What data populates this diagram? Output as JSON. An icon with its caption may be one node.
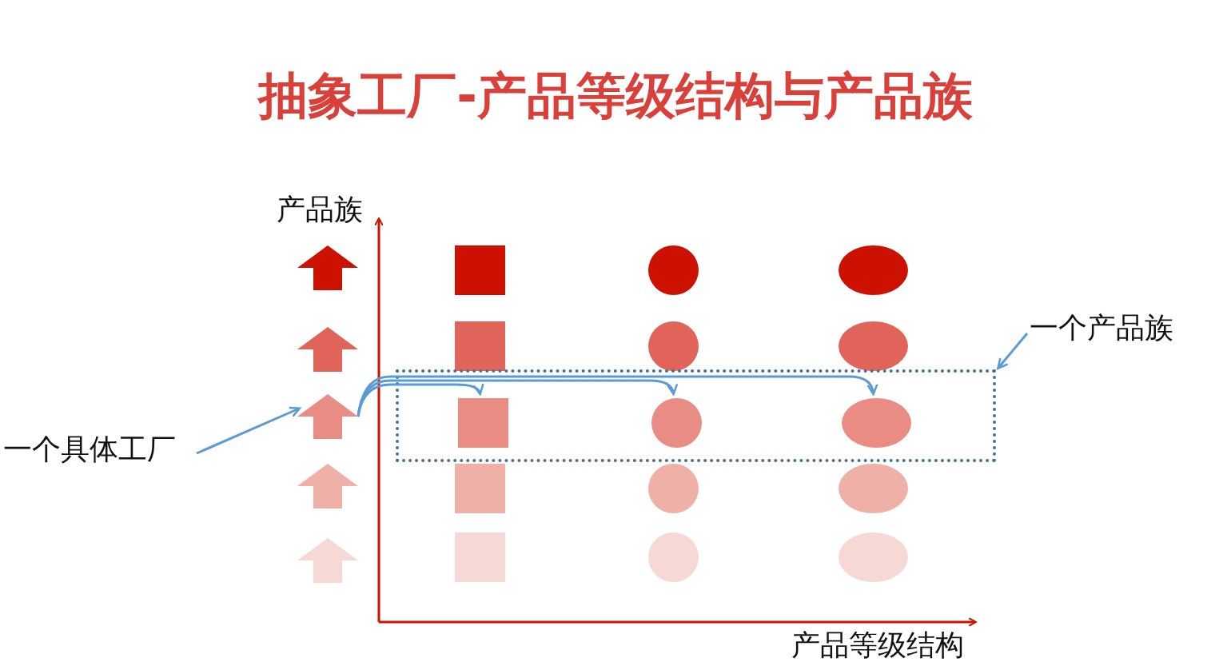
{
  "diagram": {
    "title": "抽象工厂-产品等级结构与产品族",
    "nodes": [
      {
        "text": [],
        "shape": "arrow"
      },
      {
        "text": [],
        "shape": "box"
      },
      {
        "text": [],
        "shape": "circle"
      },
      {
        "text": [],
        "shape": "ellipse"
      },
      {
        "text": [],
        "shape": "arrow"
      },
      {
        "text": [],
        "shape": "box"
      },
      {
        "text": [],
        "shape": "circle"
      },
      {
        "text": [],
        "shape": "ellipse"
      },
      {
        "text": [
          "一个产品族"
        ]
      },
      {
        "text": [],
        "shape": "box"
      },
      {
        "text": [],
        "shape": "arrow"
      },
      {
        "text": [],
        "shape": "box",
        "in": 9
      },
      {
        "text": [],
        "shape": "circle",
        "in": 9
      },
      {
        "text": [],
        "shape": "ellipse",
        "in": 9
      },
      {
        "text": [
          "一个具体工厂"
        ]
      },
      {
        "text": [],
        "shape": "arrow"
      },
      {
        "text": [],
        "shape": "box"
      },
      {
        "text": [],
        "shape": "circle"
      },
      {
        "text": [],
        "shape": "ellipse"
      },
      {
        "text": [],
        "shape": "arrow"
      },
      {
        "text": [],
        "shape": "box"
      },
      {
        "text": [],
        "shape": "circle"
      },
      {
        "text": [],
        "shape": "ellipse"
      }
    ],
    "edges": [
      {
        "from": 14,
        "to": 10,
        "arrow": "to"
      },
      {
        "from": 8,
        "to": 9,
        "arrow": "to"
      },
      {
        "from": 10,
        "to": 11,
        "arrow": "to"
      },
      {
        "from": 10,
        "to": 12,
        "arrow": "to"
      },
      {
        "from": 10,
        "to": 13,
        "arrow": "to"
      }
    ],
    "labels": [
      "产品族",
      "产品等级结构"
    ]
  }
}
